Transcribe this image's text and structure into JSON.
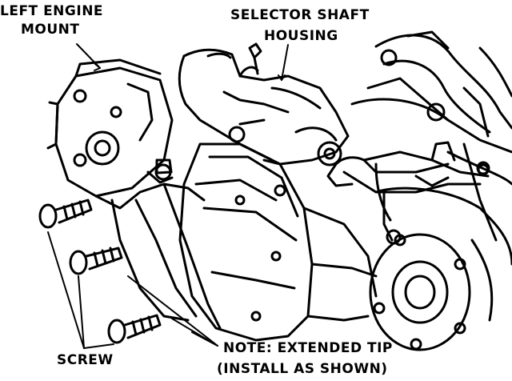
{
  "labels": {
    "left_engine_mount_line1": "LEFT ENGINE",
    "left_engine_mount_line2": "MOUNT",
    "selector_shaft_line1": "SELECTOR SHAFT",
    "selector_shaft_line2": "HOUSING",
    "screw": "SCREW",
    "note_line1": "NOTE: EXTENDED TIP",
    "note_line2": "(INSTALL AS SHOWN)"
  },
  "colors": {
    "ink": "#000000",
    "paper": "#ffffff"
  }
}
